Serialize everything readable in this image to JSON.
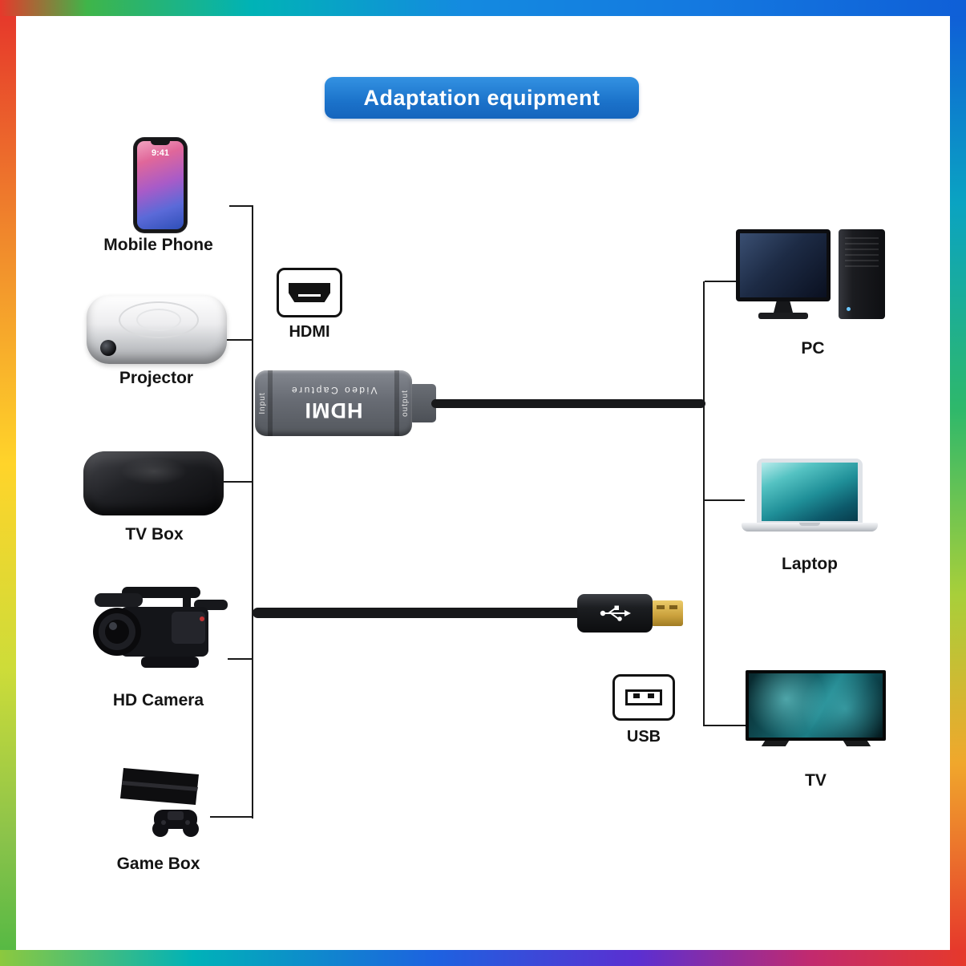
{
  "title": "Adaptation equipment",
  "sources": [
    {
      "label": "Mobile Phone"
    },
    {
      "label": "Projector"
    },
    {
      "label": "TV Box"
    },
    {
      "label": "HD Camera"
    },
    {
      "label": "Game Box"
    }
  ],
  "outputs": [
    {
      "label": "PC"
    },
    {
      "label": "Laptop"
    },
    {
      "label": "TV"
    }
  ],
  "hdmi_icon_label": "HDMI",
  "usb_icon_label": "USB",
  "capture_device": {
    "line1": "HDMI",
    "line2": "Video Capture",
    "input_label": "Input",
    "output_label": "output"
  },
  "phone_time": "9:41",
  "colors": {
    "title_blue": "#1b72ca",
    "cable_black": "#17181a",
    "usb_gold": "#caa13c",
    "line_black": "#1a1a1a"
  }
}
